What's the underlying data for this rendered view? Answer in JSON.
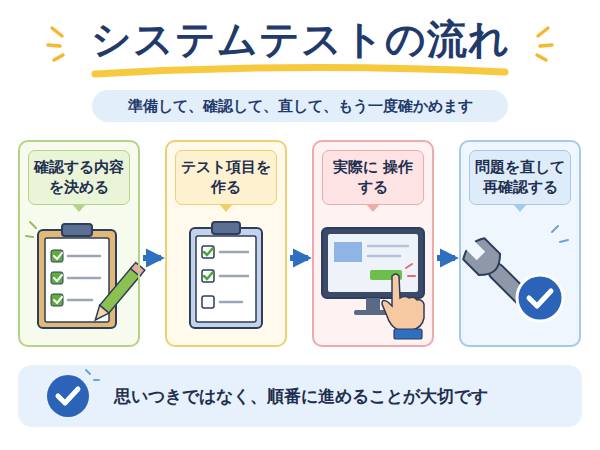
{
  "diagram": {
    "title": "システムテストの流れ",
    "nodes": [
      {
        "text": [
          "準備して、確認して、直して、もう一度確かめます"
        ]
      },
      {
        "text": [
          "確認する内容 を決める"
        ]
      },
      {
        "text": [
          "テスト項目を 作る"
        ]
      },
      {
        "text": [
          "実際に 操作する"
        ]
      },
      {
        "text": [
          "問題を直して 再確認する"
        ]
      },
      {
        "text": [
          "思いつきではなく、順番に進めることが大切です"
        ]
      }
    ],
    "edges": [
      {
        "from": 1,
        "to": 2,
        "arrow": "to"
      },
      {
        "from": 2,
        "to": 3,
        "arrow": "to"
      },
      {
        "from": 3,
        "to": 4,
        "arrow": "to"
      }
    ]
  }
}
